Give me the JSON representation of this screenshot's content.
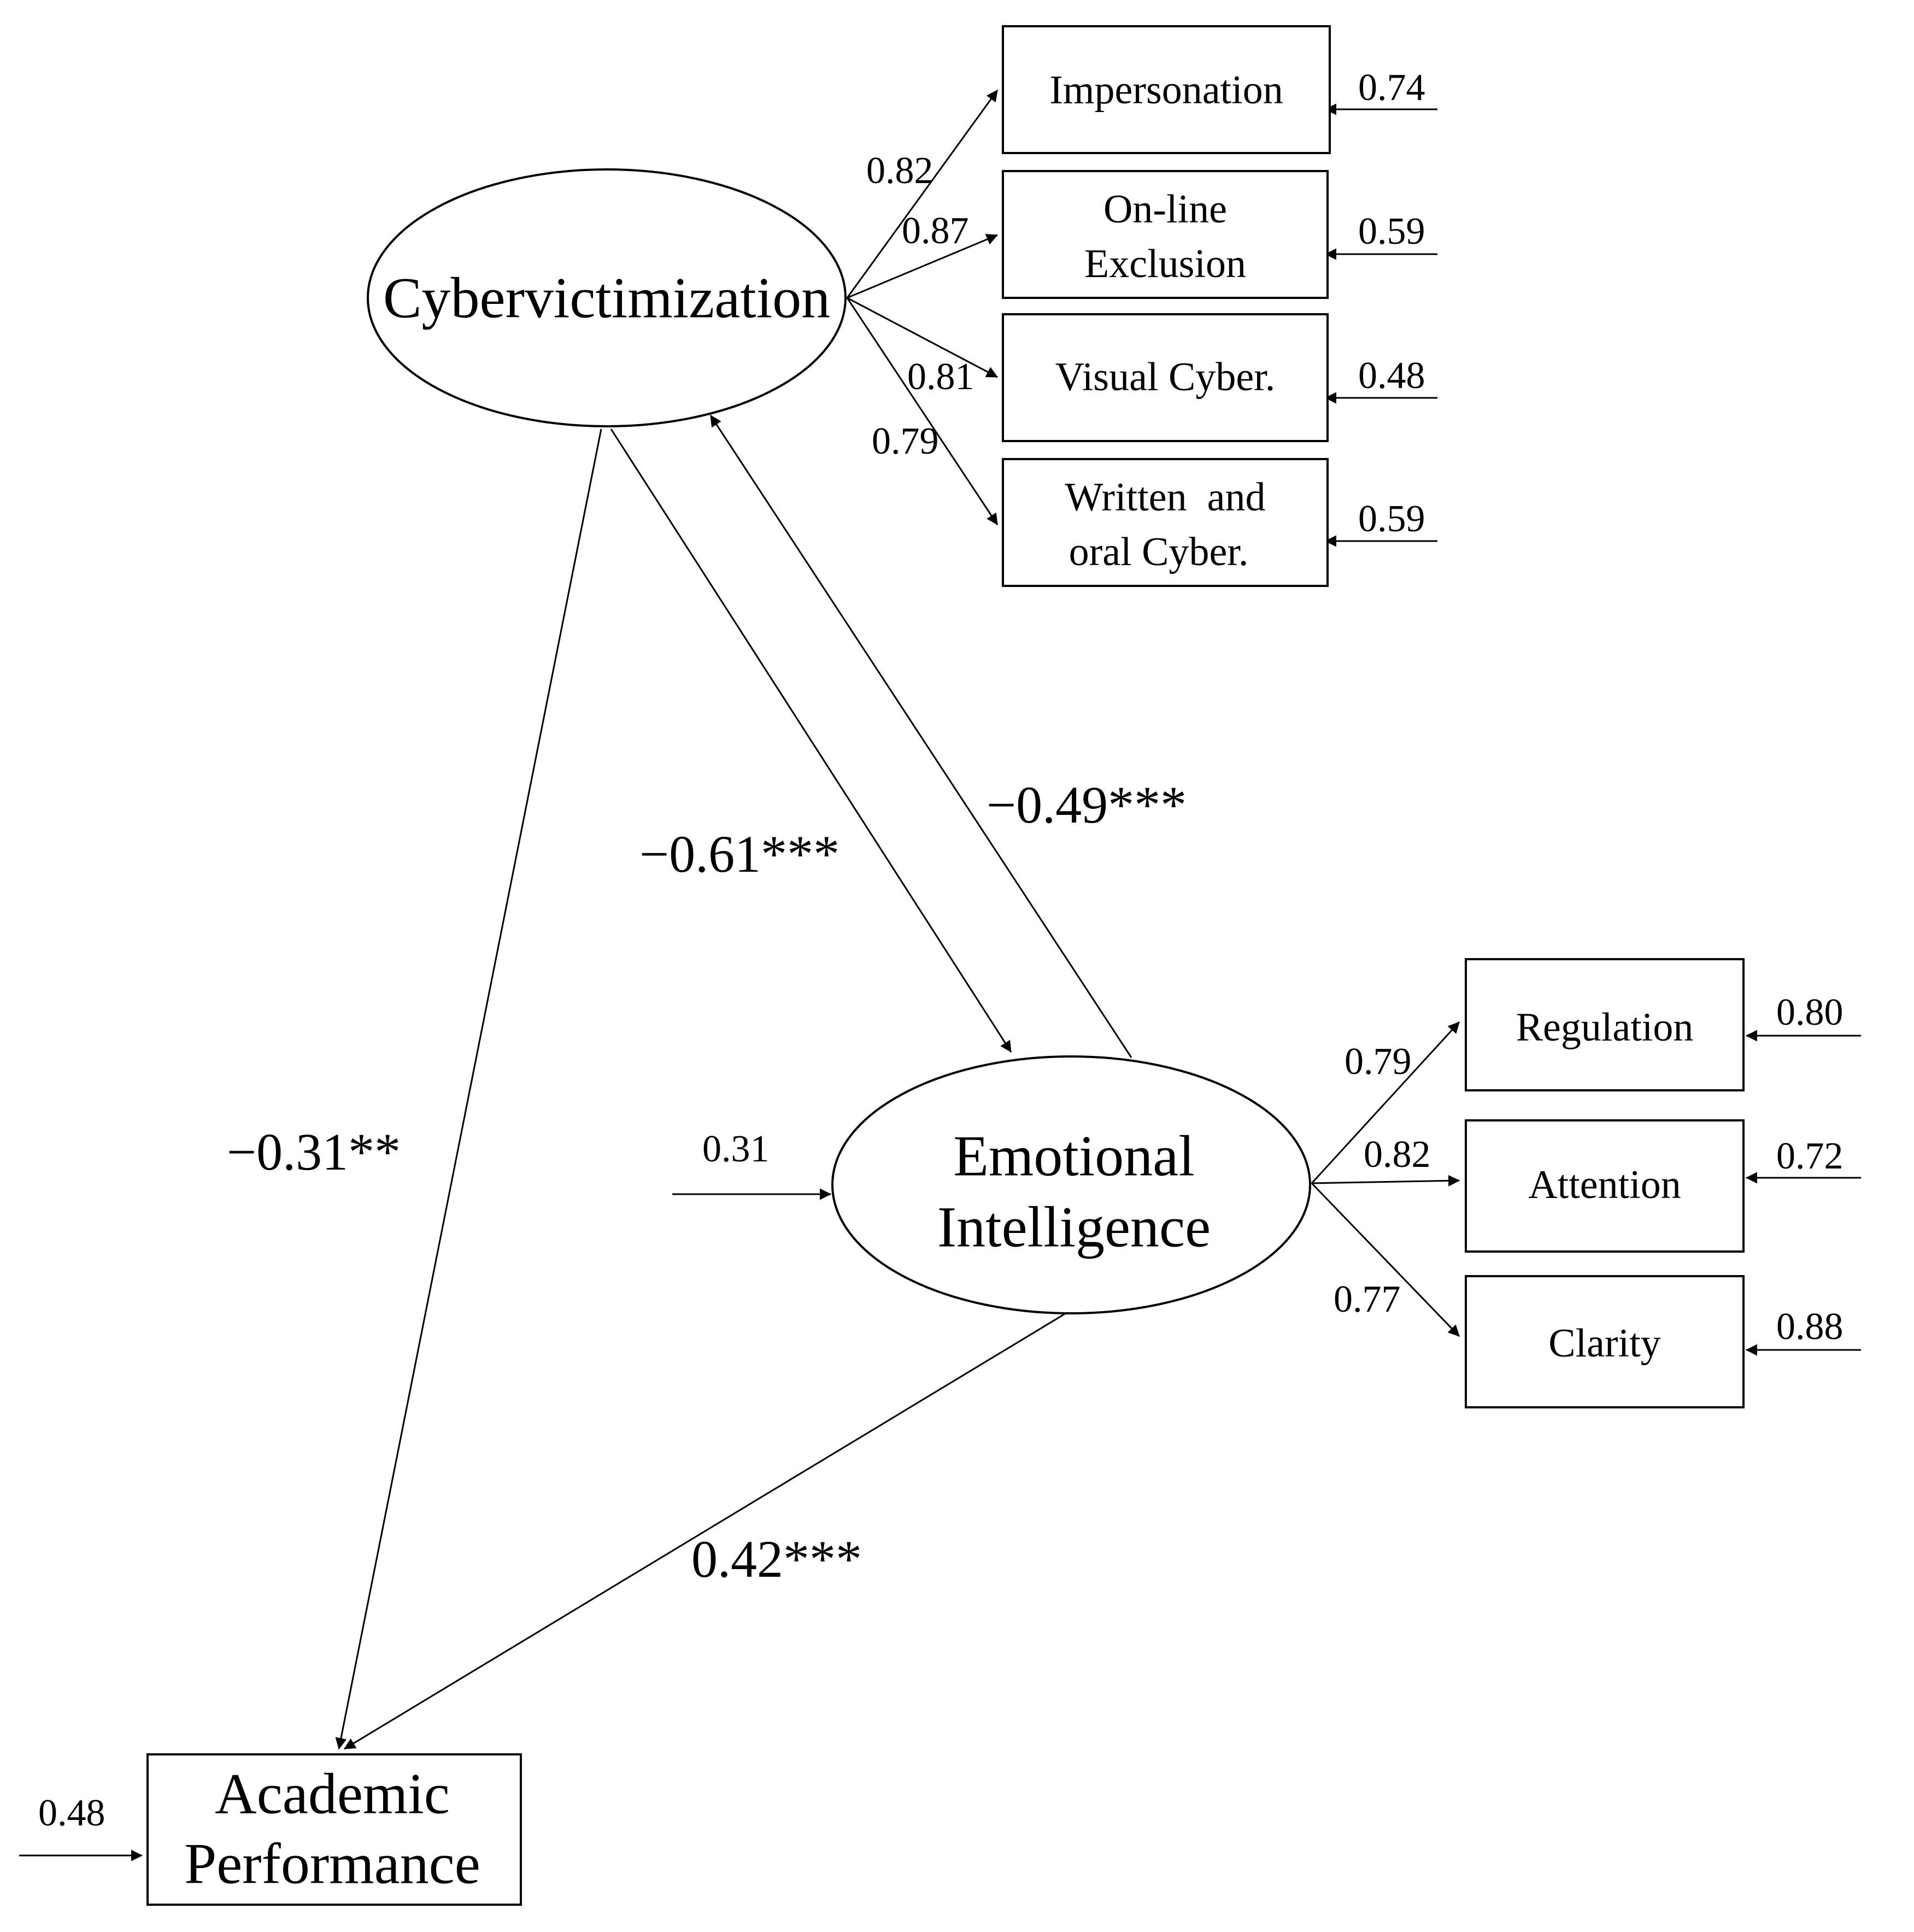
{
  "latent": {
    "cybervictimization": "Cybervictimization",
    "emotional_intelligence": [
      "Emotional",
      "Intelligence"
    ]
  },
  "outcome": {
    "label": [
      "Academic",
      "Performance"
    ],
    "error": "0.48"
  },
  "cyber_indicators": [
    {
      "label": [
        "Impersonation"
      ],
      "loading": "0.82",
      "error": "0.74"
    },
    {
      "label": [
        "On-line",
        "Exclusion"
      ],
      "loading": "0.87",
      "error": "0.59"
    },
    {
      "label": [
        "Visual Cyber."
      ],
      "loading": "0.81",
      "error": "0.48"
    },
    {
      "label": [
        "Written  and",
        "oral Cyber."
      ],
      "loading": "0.79",
      "error": "0.59"
    }
  ],
  "ei_indicators": [
    {
      "label": "Regulation",
      "loading": "0.79",
      "error": "0.80"
    },
    {
      "label": "Attention",
      "loading": "0.82",
      "error": "0.72"
    },
    {
      "label": "Clarity",
      "loading": "0.77",
      "error": "0.88"
    }
  ],
  "paths": {
    "cyber_to_ei": "−0.61***",
    "ei_to_cyber": "−0.49***",
    "cyber_to_ap": "−0.31**",
    "ei_to_ap": "0.42***",
    "ei_disturbance": "0.31"
  }
}
